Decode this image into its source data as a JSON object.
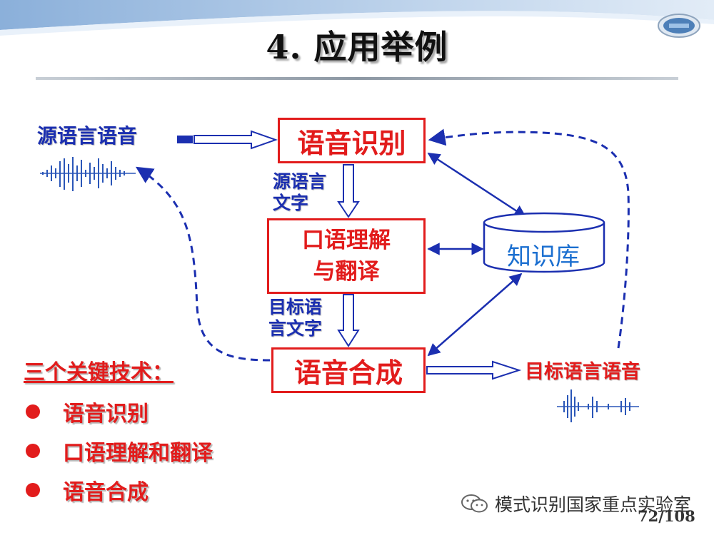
{
  "slide": {
    "title": "4. 应用举例",
    "page_number": "72/108",
    "watermark": "模式识别国家重点实验室"
  },
  "diagram": {
    "source_speech_label": "源语言语音",
    "target_speech_label": "目标语言语音",
    "boxes": {
      "speech_recognition": "语音识别",
      "understanding_line1": "口语理解",
      "understanding_line2": "与翻译",
      "speech_synthesis": "语音合成"
    },
    "knowledge_base": "知识库",
    "flow_labels": {
      "source_text_line1": "源语言",
      "source_text_line2": "文字",
      "target_text_line1": "目标语",
      "target_text_line2": "言文字"
    }
  },
  "key_tech": {
    "heading": "三个关键技术：",
    "items": [
      "语音识别",
      "口语理解和翻译",
      "语音合成"
    ]
  },
  "colors": {
    "accent_red": "#e21c1c",
    "arrow_blue": "#1b2fb0",
    "kb_text_blue": "#1b6fd0"
  }
}
